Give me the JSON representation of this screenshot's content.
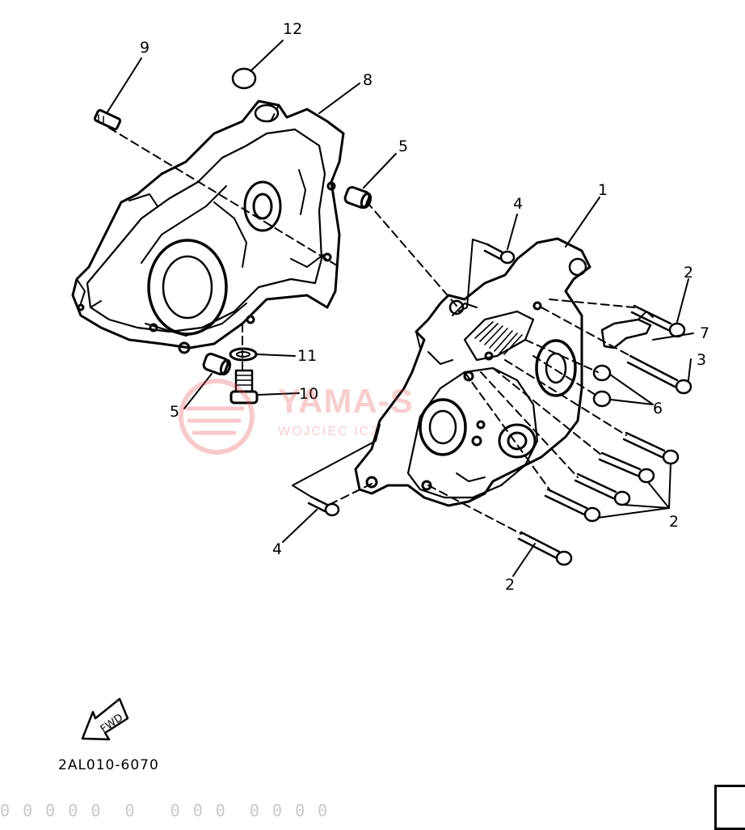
{
  "diagram": {
    "callouts": [
      {
        "id": "c1",
        "text": "1"
      },
      {
        "id": "c2a",
        "text": "2"
      },
      {
        "id": "c2b",
        "text": "2"
      },
      {
        "id": "c2c",
        "text": "2"
      },
      {
        "id": "c3",
        "text": "3"
      },
      {
        "id": "c4a",
        "text": "4"
      },
      {
        "id": "c4b",
        "text": "4"
      },
      {
        "id": "c5a",
        "text": "5"
      },
      {
        "id": "c5b",
        "text": "5"
      },
      {
        "id": "c6",
        "text": "6"
      },
      {
        "id": "c7",
        "text": "7"
      },
      {
        "id": "c8",
        "text": "8"
      },
      {
        "id": "c9",
        "text": "9"
      },
      {
        "id": "c10",
        "text": "10"
      },
      {
        "id": "c11",
        "text": "11"
      },
      {
        "id": "c12",
        "text": "12"
      }
    ],
    "fwd_label": "FWD",
    "part_code": "2AL010-6070"
  },
  "watermark": {
    "brand": "YAMA-S",
    "sub": "WOJCIEC      ICZ",
    "color": "#e8505a"
  },
  "footer_noise": "0 0 0 0 0  0   0 0 0  0 0 0 0"
}
